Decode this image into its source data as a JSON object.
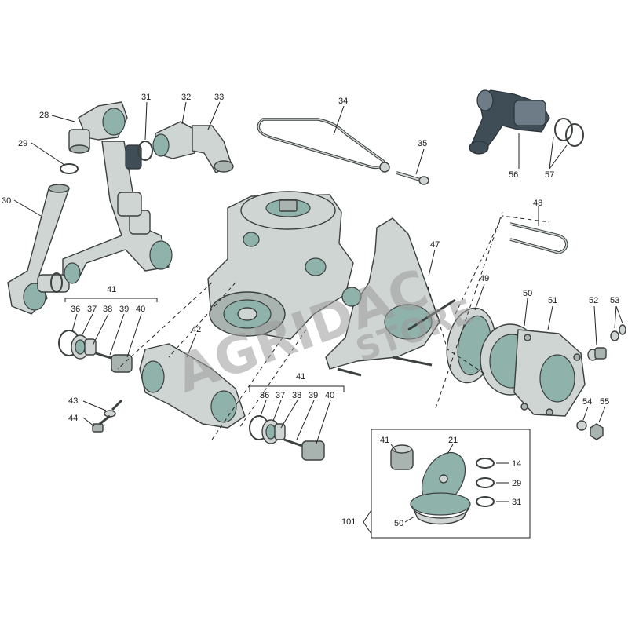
{
  "watermark": {
    "word1": "AGRIDAC",
    "word2": "STORE"
  },
  "callouts": {
    "c14": "14",
    "c21": "21",
    "c28": "28",
    "c29a": "29",
    "c29b": "29",
    "c30": "30",
    "c31a": "31",
    "c31b": "31",
    "c32": "32",
    "c33": "33",
    "c34": "34",
    "c35": "35",
    "c36a": "36",
    "c37a": "37",
    "c38a": "38",
    "c39a": "39",
    "c40a": "40",
    "c41a": "41",
    "c36b": "36",
    "c37b": "37",
    "c38b": "38",
    "c39b": "39",
    "c40b": "40",
    "c41b": "41",
    "c41c": "41",
    "c42": "42",
    "c43": "43",
    "c44": "44",
    "c47": "47",
    "c48": "48",
    "c49": "49",
    "c50a": "50",
    "c50b": "50",
    "c51": "51",
    "c52": "52",
    "c53": "53",
    "c54": "54",
    "c55": "55",
    "c56": "56",
    "c57": "57",
    "c101": "101"
  }
}
